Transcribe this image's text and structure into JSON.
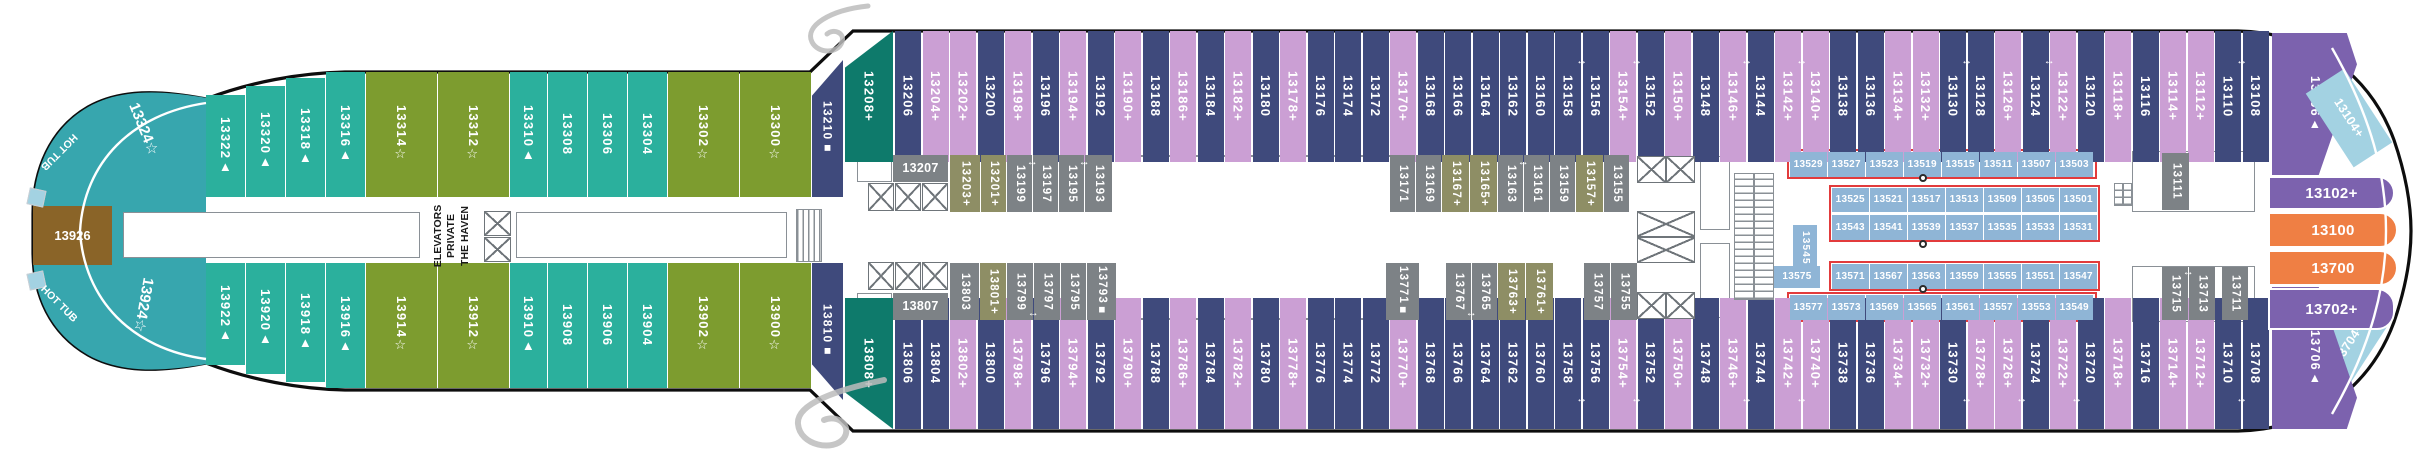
{
  "deck": {
    "bow": {
      "hot_tub_label": "HOT TUB",
      "cabin_port_label": "13324☆",
      "cabin_starboard_label": "13924☆",
      "cabin_center_label": "13926"
    },
    "haven_elevators": {
      "line1": "THE HAVEN",
      "line2": "PRIVATE",
      "line3": "ELEVATORS"
    },
    "icons": {
      "connecting_door_arrow": "↔"
    },
    "colors": {
      "teal": "#2bb09d",
      "bow_teal": "#37a6ae",
      "olive": "#7d9c2f",
      "navy": "#3f4a7c",
      "pink": "#cb9fd4",
      "dark_green": "#0e7a6b",
      "grey": "#7d8286",
      "khaki": "#8e8e65",
      "studio_blue": "#8fb5d6",
      "purple": "#7c62ae",
      "light_blue": "#a3d2e2",
      "orange": "#ef7f44",
      "brown": "#8a6428",
      "studio_outline_red": "#e23b3c"
    },
    "rows": {
      "fwd_top": [
        [
          "13322▲",
          "teal",
          40,
          false,
          23
        ],
        [
          "13320▲",
          "teal",
          40,
          false,
          14
        ],
        [
          "13318▲",
          "teal",
          40,
          false,
          6
        ],
        [
          "13316▲",
          "teal",
          40
        ],
        [
          "13314☆",
          "olive",
          72
        ],
        [
          "13312☆",
          "olive",
          72
        ],
        [
          "13310▲",
          "teal",
          38
        ],
        [
          "13308",
          "teal",
          40
        ],
        [
          "13306",
          "teal",
          40
        ],
        [
          "13304",
          "teal",
          40
        ],
        [
          "13302☆",
          "olive",
          72
        ],
        [
          "13300☆",
          "olive",
          72
        ]
      ],
      "fwd_bottom": [
        [
          "13922▲",
          "teal",
          40,
          false,
          0,
          23
        ],
        [
          "13920▲",
          "teal",
          40,
          false,
          0,
          14
        ],
        [
          "13918▲",
          "teal",
          40,
          false,
          0,
          6
        ],
        [
          "13916▲",
          "teal",
          40
        ],
        [
          "13914☆",
          "olive",
          72
        ],
        [
          "13912☆",
          "olive",
          72
        ],
        [
          "13910▲",
          "teal",
          38
        ],
        [
          "13908",
          "teal",
          40
        ],
        [
          "13906",
          "teal",
          40
        ],
        [
          "13904",
          "teal",
          40
        ],
        [
          "13902☆",
          "olive",
          72
        ],
        [
          "13900☆",
          "olive",
          72
        ]
      ],
      "main_top": [
        [
          "13206",
          "navy"
        ],
        [
          "13204+",
          "pink"
        ],
        [
          "13202+",
          "pink"
        ],
        [
          "13200",
          "navy"
        ],
        [
          "13198+",
          "pink"
        ],
        [
          "13196",
          "navy"
        ],
        [
          "13194+",
          "pink"
        ],
        [
          "13192",
          "navy"
        ],
        [
          "13190+",
          "pink"
        ],
        [
          "13188",
          "navy"
        ],
        [
          "13186+",
          "pink"
        ],
        [
          "13184",
          "navy"
        ],
        [
          "13182+",
          "pink"
        ],
        [
          "13180",
          "navy"
        ],
        [
          "13178+",
          "pink"
        ],
        [
          "13176",
          "navy"
        ],
        [
          "13174",
          "navy"
        ],
        [
          "13172",
          "navy"
        ],
        [
          "13170+",
          "pink"
        ],
        [
          "13168",
          "navy"
        ],
        [
          "13166",
          "navy"
        ],
        [
          "13164",
          "navy"
        ],
        [
          "13162",
          "navy"
        ],
        [
          "13160",
          "navy"
        ],
        [
          "13158",
          "navy",
          null,
          true
        ],
        [
          "13156",
          "navy"
        ],
        [
          "13154+",
          "pink",
          null,
          true
        ],
        [
          "13152",
          "navy"
        ],
        [
          "13150+",
          "pink"
        ],
        [
          "13148",
          "navy"
        ],
        [
          "13146+",
          "pink",
          null,
          true
        ],
        [
          "13144",
          "navy"
        ],
        [
          "13142+",
          "pink",
          null,
          true
        ],
        [
          "13140+",
          "pink"
        ],
        [
          "13138",
          "navy"
        ],
        [
          "13136",
          "navy"
        ],
        [
          "13134+",
          "pink"
        ],
        [
          "13132+",
          "pink"
        ],
        [
          "13130",
          "navy",
          null,
          true
        ],
        [
          "13128",
          "navy"
        ],
        [
          "13126+",
          "pink"
        ],
        [
          "13124",
          "navy",
          null,
          true
        ],
        [
          "13122+",
          "pink"
        ],
        [
          "13120",
          "navy"
        ],
        [
          "13118+",
          "pink"
        ],
        [
          "13116",
          "navy"
        ],
        [
          "13114+",
          "pink"
        ],
        [
          "13112+",
          "pink"
        ],
        [
          "13110",
          "navy",
          null,
          true
        ],
        [
          "13108",
          "navy"
        ]
      ],
      "main_bottom": [
        [
          "13806",
          "navy"
        ],
        [
          "13804",
          "navy"
        ],
        [
          "13802+",
          "pink"
        ],
        [
          "13800",
          "navy"
        ],
        [
          "13798+",
          "pink"
        ],
        [
          "13796",
          "navy"
        ],
        [
          "13794+",
          "pink"
        ],
        [
          "13792",
          "navy"
        ],
        [
          "13790+",
          "pink"
        ],
        [
          "13788",
          "navy"
        ],
        [
          "13786+",
          "pink"
        ],
        [
          "13784",
          "navy"
        ],
        [
          "13782+",
          "pink"
        ],
        [
          "13780",
          "navy"
        ],
        [
          "13778+",
          "pink"
        ],
        [
          "13776",
          "navy"
        ],
        [
          "13774",
          "navy"
        ],
        [
          "13772",
          "navy"
        ],
        [
          "13770+",
          "pink"
        ],
        [
          "13768",
          "navy"
        ],
        [
          "13766",
          "navy"
        ],
        [
          "13764",
          "navy"
        ],
        [
          "13762",
          "navy"
        ],
        [
          "13760",
          "navy"
        ],
        [
          "13758",
          "navy",
          null,
          true
        ],
        [
          "13756",
          "navy"
        ],
        [
          "13754+",
          "pink",
          null,
          true
        ],
        [
          "13752",
          "navy"
        ],
        [
          "13750+",
          "pink"
        ],
        [
          "13748",
          "navy"
        ],
        [
          "13746+",
          "pink",
          null,
          true
        ],
        [
          "13744",
          "navy"
        ],
        [
          "13742+",
          "pink",
          null,
          true
        ],
        [
          "13740+",
          "pink"
        ],
        [
          "13738",
          "navy"
        ],
        [
          "13736",
          "navy"
        ],
        [
          "13734+",
          "pink"
        ],
        [
          "13732+",
          "pink"
        ],
        [
          "13730",
          "navy",
          null,
          true
        ],
        [
          "13728+",
          "pink"
        ],
        [
          "13726+",
          "pink",
          null,
          true
        ],
        [
          "13724",
          "navy"
        ],
        [
          "13722+",
          "pink",
          null,
          true
        ],
        [
          "13720",
          "navy"
        ],
        [
          "13718+",
          "pink"
        ],
        [
          "13716",
          "navy"
        ],
        [
          "13714+",
          "pink"
        ],
        [
          "13712+",
          "pink"
        ],
        [
          "13710",
          "navy",
          null,
          true
        ],
        [
          "13708",
          "navy"
        ]
      ],
      "inner_fwd_top": [
        [
          "13203+",
          "khaki",
          31
        ],
        [
          "13201+",
          "khaki",
          26
        ],
        [
          "13199",
          "grey",
          26,
          true
        ],
        [
          "13197",
          "grey",
          26
        ],
        [
          "13195",
          "grey",
          26,
          true
        ],
        [
          "13193",
          "grey",
          28
        ]
      ],
      "inner_fwd_bottom": [
        [
          "13803",
          "grey",
          30
        ],
        [
          "13801+",
          "khaki",
          27
        ],
        [
          "13799",
          "grey",
          27,
          true
        ],
        [
          "13797",
          "grey",
          27
        ],
        [
          "13795",
          "grey",
          26
        ],
        [
          "13793■",
          "grey",
          30
        ]
      ],
      "inner_mid_top": [
        [
          "13171",
          "grey",
          26
        ],
        [
          "13169",
          "grey",
          26
        ],
        [
          "13167+",
          "khaki",
          28
        ],
        [
          "13165+",
          "khaki",
          28
        ],
        [
          "13163",
          "grey",
          26,
          true
        ],
        [
          "13161",
          "grey",
          26
        ],
        [
          "13159",
          "grey",
          26
        ],
        [
          "13157+",
          "khaki",
          28
        ],
        [
          "13155",
          "grey",
          26
        ]
      ],
      "inner_mid_bottom": [
        [
          "13771■",
          "grey",
          34
        ],
        [
          "",
          "gap",
          26
        ],
        [
          "13767",
          "grey",
          26,
          true
        ],
        [
          "13765",
          "grey",
          26
        ],
        [
          "13763+",
          "khaki",
          28
        ],
        [
          "13761+",
          "khaki",
          28
        ],
        [
          "",
          "gap",
          30
        ],
        [
          "13757",
          "grey",
          27
        ],
        [
          "13755",
          "grey",
          27
        ]
      ],
      "studio_a": [
        [
          "13529",
          "studio_blue"
        ],
        [
          "13527",
          "studio_blue"
        ],
        [
          "13523",
          "studio_blue"
        ],
        [
          "13519",
          "studio_blue"
        ],
        [
          "13515",
          "studio_blue"
        ],
        [
          "13511",
          "studio_blue"
        ],
        [
          "13507",
          "studio_blue"
        ],
        [
          "13503",
          "studio_blue"
        ]
      ],
      "studio_b": [
        [
          "13525",
          "studio_blue"
        ],
        [
          "13521",
          "studio_blue"
        ],
        [
          "13517",
          "studio_blue"
        ],
        [
          "13513",
          "studio_blue"
        ],
        [
          "13509",
          "studio_blue"
        ],
        [
          "13505",
          "studio_blue"
        ],
        [
          "13501",
          "studio_blue"
        ]
      ],
      "studio_c": [
        [
          "13543",
          "studio_blue"
        ],
        [
          "13541",
          "studio_blue"
        ],
        [
          "13539",
          "studio_blue"
        ],
        [
          "13537",
          "studio_blue"
        ],
        [
          "13535",
          "studio_blue"
        ],
        [
          "13533",
          "studio_blue"
        ],
        [
          "13531",
          "studio_blue"
        ]
      ],
      "studio_d": [
        [
          "13571",
          "studio_blue"
        ],
        [
          "13567",
          "studio_blue"
        ],
        [
          "13563",
          "studio_blue"
        ],
        [
          "13559",
          "studio_blue"
        ],
        [
          "13555",
          "studio_blue"
        ],
        [
          "13551",
          "studio_blue"
        ],
        [
          "13547",
          "studio_blue"
        ]
      ],
      "studio_e": [
        [
          "13577",
          "studio_blue"
        ],
        [
          "13573",
          "studio_blue"
        ],
        [
          "13569",
          "studio_blue"
        ],
        [
          "13565",
          "studio_blue"
        ],
        [
          "13561",
          "studio_blue"
        ],
        [
          "13557",
          "studio_blue"
        ],
        [
          "13553",
          "studio_blue"
        ],
        [
          "13549",
          "studio_blue"
        ]
      ],
      "right_inner_bottom": [
        [
          "13715",
          "grey",
          27,
          true
        ],
        [
          "13713",
          "grey",
          27
        ],
        [
          "",
          "gap",
          6
        ],
        [
          "13711",
          "grey",
          27
        ]
      ]
    },
    "single_cabins": [
      {
        "label": "13207",
        "color": "grey",
        "slot": "s1"
      },
      {
        "label": "13807",
        "color": "grey",
        "slot": "s2"
      },
      {
        "label": "13111",
        "color": "grey",
        "slot": "s3"
      },
      {
        "label": "13545",
        "color": "studio_blue",
        "slot": "s4"
      },
      {
        "label": "13575",
        "color": "studio_blue",
        "slot": "s5"
      }
    ],
    "corner_cabins": [
      {
        "label": "13210■",
        "color": "navy",
        "slot": "fwd_top_corner"
      },
      {
        "label": "13810■",
        "color": "navy",
        "slot": "fwd_bottom_corner"
      },
      {
        "label": "13208+",
        "color": "dark_green",
        "slot": "main_top_corner"
      },
      {
        "label": "13808+",
        "color": "dark_green",
        "slot": "main_bottom_corner"
      }
    ],
    "stern_cabins": [
      {
        "label": "13106▲",
        "color": "purple",
        "slot": "aft_top_corner"
      },
      {
        "label": "13104+",
        "color": "light_blue",
        "slot": "aft_top_diag"
      },
      {
        "label": "13704+",
        "color": "light_blue",
        "slot": "aft_bottom_diag"
      },
      {
        "label": "13706▲",
        "color": "purple",
        "slot": "aft_bottom_corner"
      },
      {
        "label": "13102+",
        "color": "purple",
        "slot": "stack1"
      },
      {
        "label": "13100",
        "color": "orange",
        "slot": "stack2"
      },
      {
        "label": "13700",
        "color": "orange",
        "slot": "stack3"
      },
      {
        "label": "13702+",
        "color": "purple",
        "slot": "stack4"
      }
    ]
  }
}
